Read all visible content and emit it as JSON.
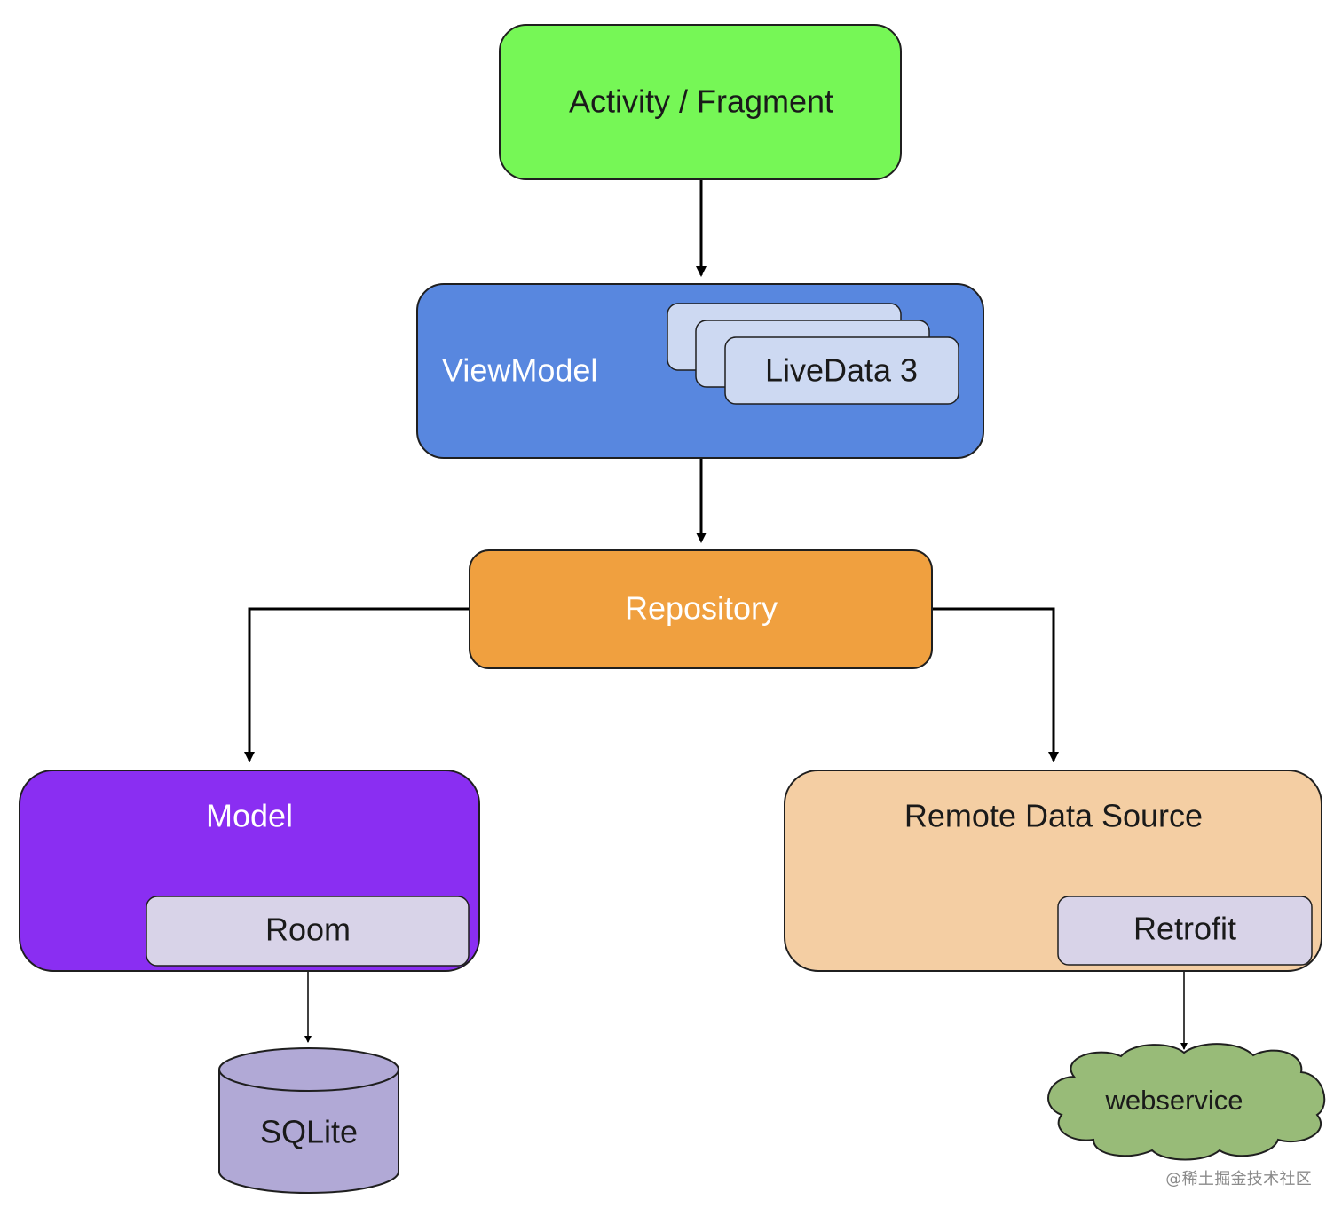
{
  "nodes": {
    "activity": {
      "label": "Activity / Fragment",
      "fill": "#76f756",
      "text_color": "#1a1a1a"
    },
    "viewmodel": {
      "label": "ViewModel",
      "fill": "#5887df",
      "text_color": "#ffffff"
    },
    "livedata": {
      "label": "LiveData 3",
      "fill": "#cdd9f2",
      "text_color": "#1a1a1a"
    },
    "repository": {
      "label": "Repository",
      "fill": "#f0a03f",
      "text_color": "#ffffff"
    },
    "model": {
      "label": "Model",
      "fill": "#8a2ef2",
      "text_color": "#ffffff"
    },
    "room": {
      "label": "Room",
      "fill": "#d8d3e8",
      "text_color": "#1a1a1a"
    },
    "remote": {
      "label": "Remote Data Source",
      "fill": "#f4cea3",
      "text_color": "#1a1a1a"
    },
    "retrofit": {
      "label": "Retrofit",
      "fill": "#d8d3e8",
      "text_color": "#1a1a1a"
    },
    "sqlite": {
      "label": "SQLite",
      "fill": "#b1a9d6",
      "text_color": "#1a1a1a"
    },
    "webservice": {
      "label": "webservice",
      "fill": "#98bb78",
      "text_color": "#1a1a1a"
    }
  },
  "edges": [
    {
      "from": "Activity / Fragment",
      "to": "ViewModel"
    },
    {
      "from": "ViewModel",
      "to": "Repository"
    },
    {
      "from": "Repository",
      "to": "Model"
    },
    {
      "from": "Repository",
      "to": "Remote Data Source"
    },
    {
      "from": "Room",
      "to": "SQLite"
    },
    {
      "from": "Retrofit",
      "to": "webservice"
    }
  ],
  "watermark": "@稀土掘金技术社区"
}
